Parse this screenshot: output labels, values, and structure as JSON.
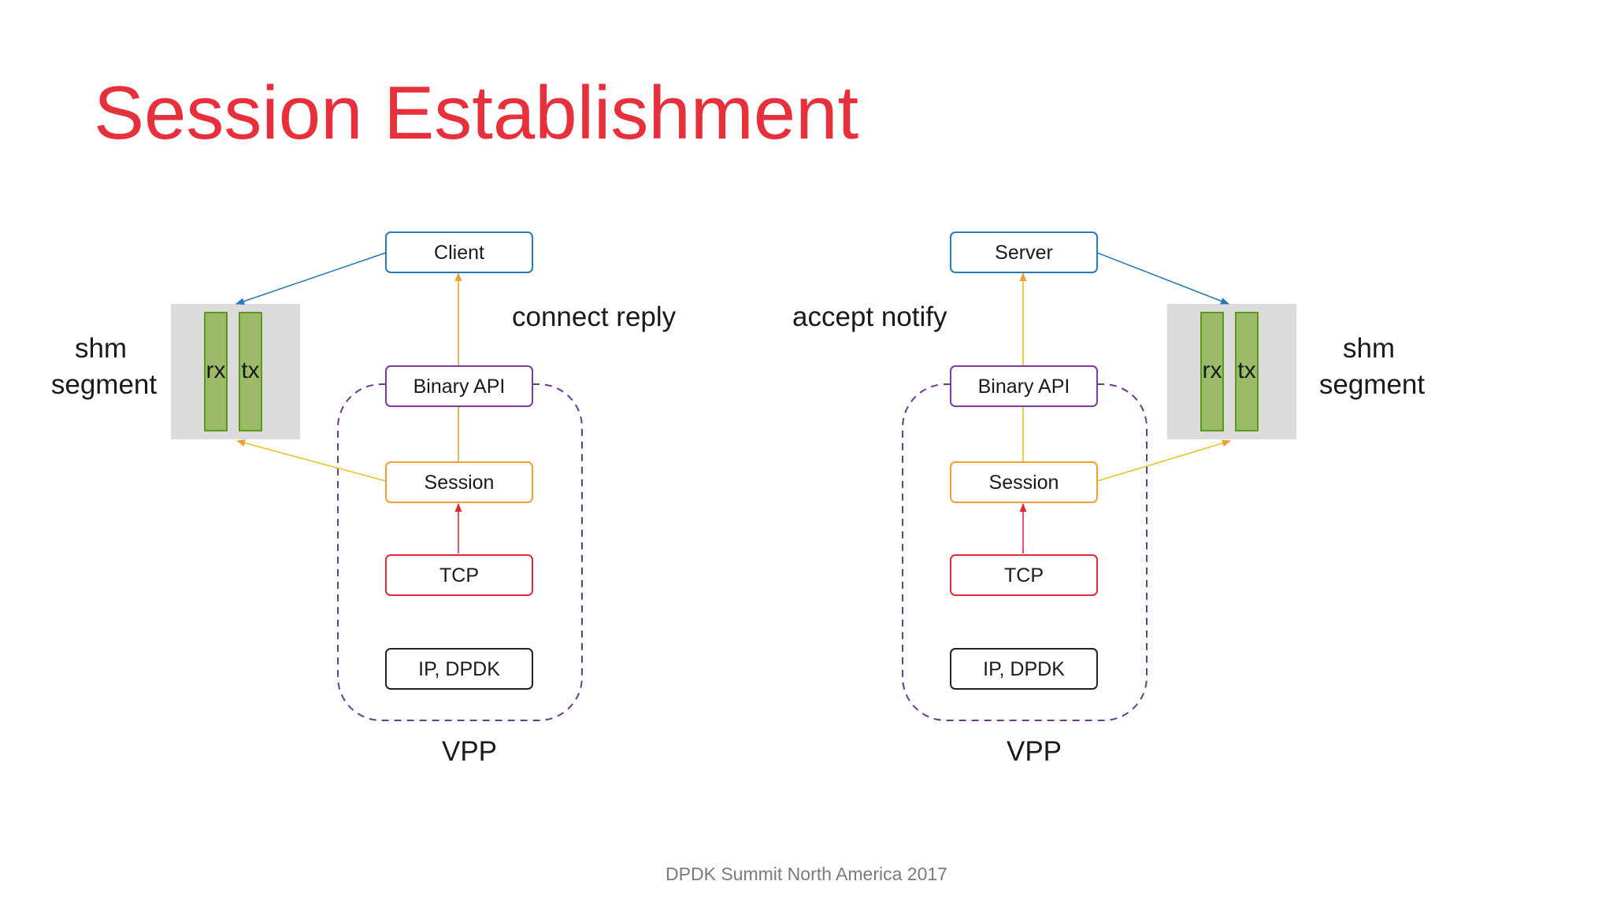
{
  "title": "Session Establishment",
  "footer": "DPDK Summit North America 2017",
  "colors": {
    "title": "#e8303c",
    "client_server_box": "#2a7ab8",
    "binary_api_box": "#7a3aa0",
    "session_box": "#f0a030",
    "tcp_box": "#e02a3a",
    "ip_dpdk_box": "#222222",
    "vpp_outline": "#6a3a90",
    "shm_background": "#dcdcdc",
    "ring_fill": "#9bbb6a",
    "ring_border": "#5a9a1a"
  },
  "left": {
    "app_label": "Client",
    "binary_api_label": "Binary API",
    "session_label": "Session",
    "tcp_label": "TCP",
    "ip_label": "IP, DPDK",
    "vpp_label": "VPP",
    "event_label": "connect reply",
    "shm_label_line1": "shm",
    "shm_label_line2": "segment",
    "rx_label": "rx",
    "tx_label": "tx"
  },
  "right": {
    "app_label": "Server",
    "binary_api_label": "Binary API",
    "session_label": "Session",
    "tcp_label": "TCP",
    "ip_label": "IP, DPDK",
    "vpp_label": "VPP",
    "event_label": "accept notify",
    "shm_label_line1": "shm",
    "shm_label_line2": "segment",
    "rx_label": "rx",
    "tx_label": "tx"
  }
}
